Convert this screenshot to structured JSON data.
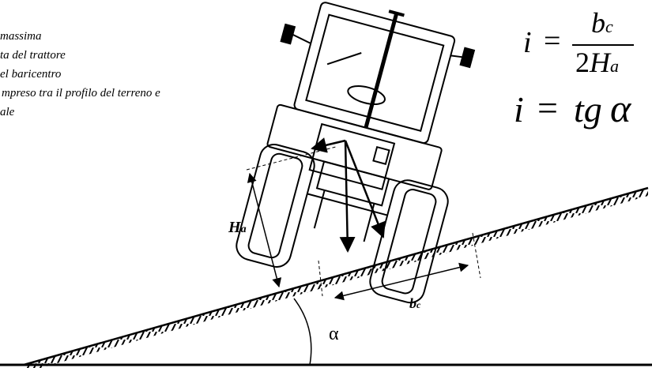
{
  "legend": {
    "lines": [
      "massima",
      "ta del trattore",
      "el baricentro",
      "mpreso tra il profilo del terreno e",
      "ale"
    ]
  },
  "formulas": {
    "f1": {
      "lhs": "i",
      "eq": "=",
      "numerator_base": "b",
      "numerator_sub": "c",
      "denominator_coef": "2",
      "denominator_base": "H",
      "denominator_sub": "a"
    },
    "f2": {
      "lhs": "i",
      "eq": "=",
      "rhs": "tg",
      "symbol": "α"
    }
  },
  "labels": {
    "ha_base": "H",
    "ha_sub": "a",
    "bc_base": "b",
    "bc_sub": "c",
    "alpha": "α"
  }
}
